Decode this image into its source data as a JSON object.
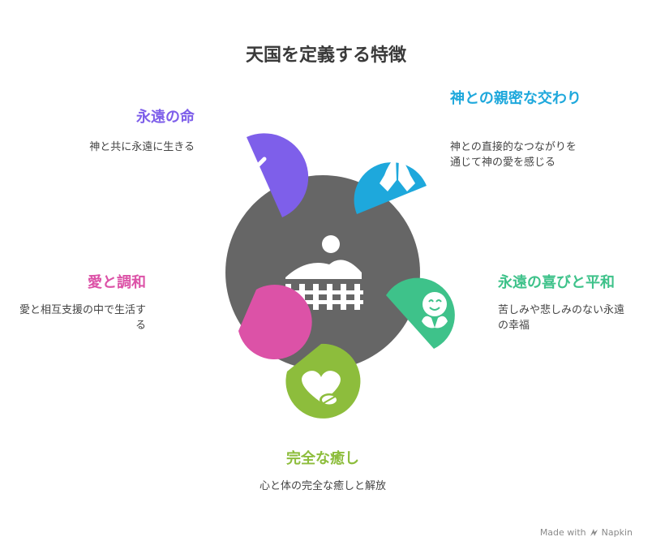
{
  "title": "天国を定義する特徴",
  "colors": {
    "center": "#666666",
    "eternal": "#7E5FEA",
    "communion": "#1EA8DC",
    "joy": "#3EC28A",
    "healing": "#8DBD3C",
    "love": "#DC52A7"
  },
  "center": {
    "icon": "landscape-fence-icon"
  },
  "items": [
    {
      "id": "eternal",
      "heading": "永遠の命",
      "description": "神と共に永遠に生きる",
      "icon": "cross-icon"
    },
    {
      "id": "communion",
      "heading": "神との親密な交わり",
      "description": "神との直接的なつながりを通じて神の愛を感じる",
      "icon": "praying-hands-icon"
    },
    {
      "id": "joy",
      "heading": "永遠の喜びと平和",
      "description": "苦しみや悲しみのない永遠の幸福",
      "icon": "smiling-face-icon"
    },
    {
      "id": "healing",
      "heading": "完全な癒し",
      "description": "心と体の完全な癒しと解放",
      "icon": "heart-pill-icon"
    },
    {
      "id": "love",
      "heading": "愛と調和",
      "description": "愛と相互支援の中で生活する",
      "icon": "hugging-people-icon"
    }
  ],
  "footer": {
    "made_with": "Made with",
    "brand": "Napkin"
  }
}
